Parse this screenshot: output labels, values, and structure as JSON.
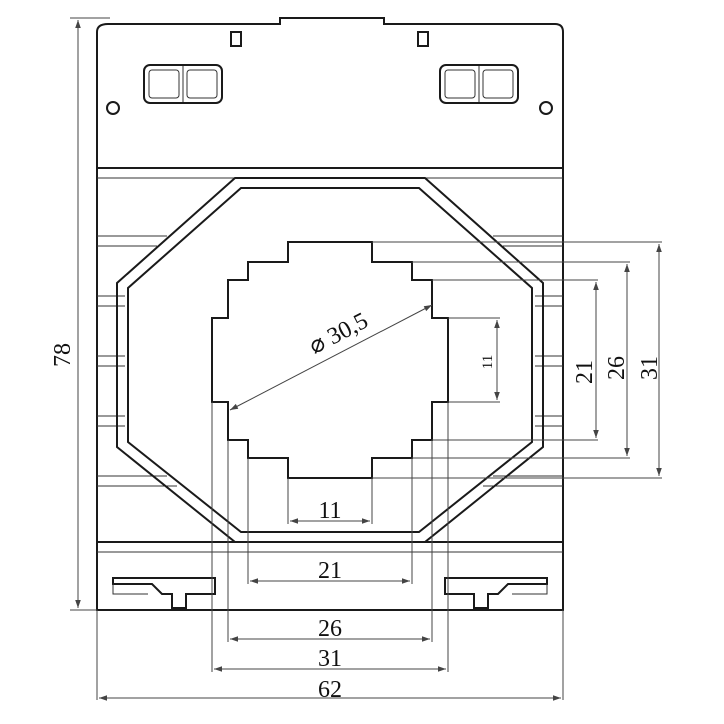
{
  "colors": {
    "line": "#1a1a1a",
    "dimension": "#444444",
    "background": "#ffffff"
  },
  "dimensions": {
    "overall_width": "62",
    "overall_height": "78",
    "bore_diameter": "⌀ 30,5",
    "horizontal": [
      "11",
      "21",
      "26",
      "31"
    ],
    "vertical": [
      "11",
      "21",
      "26",
      "31"
    ]
  }
}
